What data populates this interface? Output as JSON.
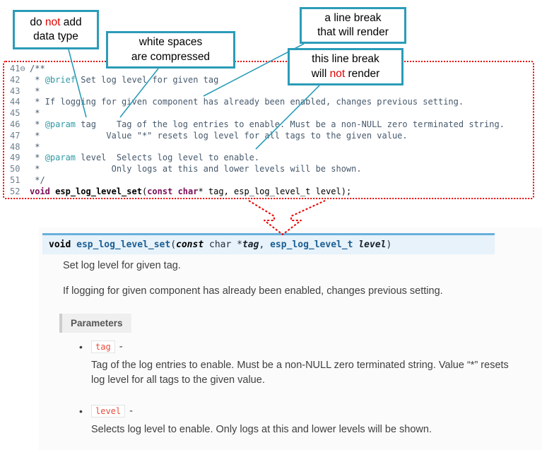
{
  "colors": {
    "callout_border": "#2b9cb8",
    "annotation_red": "#e00000",
    "frame_dotted_red": "#e80000",
    "signature_background": "#e7f2fa",
    "signature_top_border": "#6ab0de",
    "doc_comment": "#46596c",
    "doc_tag": "#2e9aa6",
    "keyword": "#7a0f56",
    "param_chip_text": "#e74c3c"
  },
  "callouts": [
    {
      "segments": [
        {
          "t": "do "
        },
        {
          "t": "not",
          "c": "em"
        },
        {
          "t": " add\ndata type"
        }
      ]
    },
    {
      "segments": [
        {
          "t": "white spaces\nare  compressed"
        }
      ]
    },
    {
      "segments": [
        {
          "t": "a line break\nthat will render"
        }
      ]
    },
    {
      "segments": [
        {
          "t": "this line break\nwill "
        },
        {
          "t": "not",
          "c": "em"
        },
        {
          "t": " render"
        }
      ]
    }
  ],
  "code": {
    "lines": [
      {
        "num": "41⊖",
        "segs": [
          {
            "t": "/**",
            "c": "cm"
          }
        ]
      },
      {
        "num": "42",
        "segs": [
          {
            "t": " * ",
            "c": "cm"
          },
          {
            "t": "@brief",
            "c": "tag"
          },
          {
            "t": " Set log level for given tag",
            "c": "cm"
          }
        ]
      },
      {
        "num": "43",
        "segs": [
          {
            "t": " *",
            "c": "cm"
          }
        ]
      },
      {
        "num": "44",
        "segs": [
          {
            "t": " * If logging for given component has already been enabled, changes previous setting.",
            "c": "cm"
          }
        ]
      },
      {
        "num": "45",
        "segs": [
          {
            "t": " *",
            "c": "cm"
          }
        ]
      },
      {
        "num": "46",
        "segs": [
          {
            "t": " * ",
            "c": "cm"
          },
          {
            "t": "@param",
            "c": "tag"
          },
          {
            "t": " tag    Tag of the log entries to enable. Must be a non-NULL zero terminated string.",
            "c": "cm"
          }
        ]
      },
      {
        "num": "47",
        "segs": [
          {
            "t": " *             Value \"*\" resets log level for all tags to the given value.",
            "c": "cm"
          }
        ]
      },
      {
        "num": "48",
        "segs": [
          {
            "t": " *",
            "c": "cm"
          }
        ]
      },
      {
        "num": "49",
        "segs": [
          {
            "t": " * ",
            "c": "cm"
          },
          {
            "t": "@param",
            "c": "tag"
          },
          {
            "t": " level  Selects log level to enable.",
            "c": "cm"
          }
        ]
      },
      {
        "num": "50",
        "segs": [
          {
            "t": " *              Only logs at this and lower levels will be shown.",
            "c": "cm"
          }
        ]
      },
      {
        "num": "51",
        "segs": [
          {
            "t": " */",
            "c": "cm"
          }
        ]
      },
      {
        "num": "52",
        "segs": [
          {
            "t": "void",
            "c": "kw"
          },
          {
            "t": " "
          },
          {
            "t": "esp_log_level_set",
            "c": "fn"
          },
          {
            "t": "("
          },
          {
            "t": "const",
            "c": "kw"
          },
          {
            "t": " "
          },
          {
            "t": "char",
            "c": "kw"
          },
          {
            "t": "* tag, esp_log_level_t level);"
          }
        ]
      }
    ]
  },
  "docs": {
    "signature": [
      {
        "t": "void",
        "c": "skw"
      },
      {
        "t": " ",
        "c": "sp"
      },
      {
        "t": "esp_log_level_set",
        "c": "sname"
      },
      {
        "t": "(",
        "c": "sp"
      },
      {
        "t": "const",
        "c": "skwi"
      },
      {
        "t": "  char *",
        "c": "sp"
      },
      {
        "t": "tag",
        "c": "sparam"
      },
      {
        "t": ", ",
        "c": "sp"
      },
      {
        "t": "esp_log_level_t",
        "c": "stype"
      },
      {
        "t": " ",
        "c": "sp"
      },
      {
        "t": "level",
        "c": "sparam"
      },
      {
        "t": ")",
        "c": "sp"
      }
    ],
    "summary": "Set log level for given tag.",
    "description": "If logging for given component has already been enabled, changes previous setting.",
    "parameters_label": "Parameters",
    "parameters": [
      {
        "name": "tag",
        "sep": "-",
        "desc": "Tag of the log entries to enable. Must be a non-NULL zero terminated string. Value “*” resets log level for all tags to the given value."
      },
      {
        "name": "level",
        "sep": "-",
        "desc": "Selects log level to enable. Only logs at this and lower levels will be shown."
      }
    ]
  }
}
